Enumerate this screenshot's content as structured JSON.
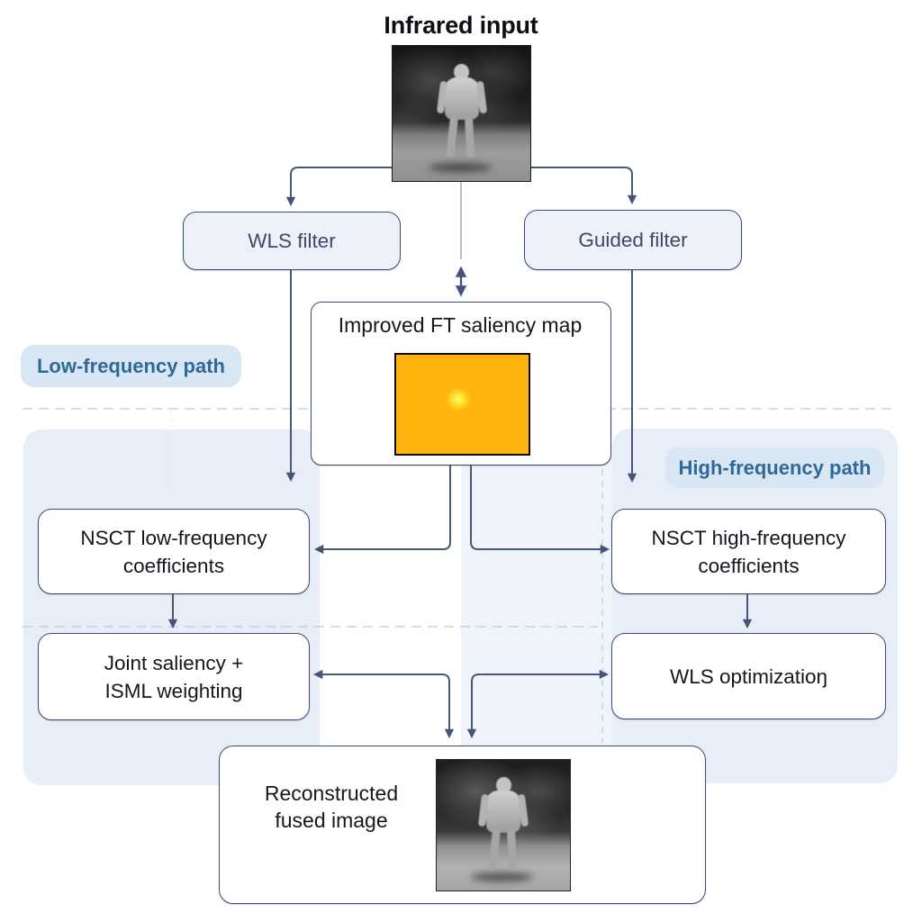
{
  "title": "Infrared input",
  "nodes": {
    "wls_filter": "WLS filter",
    "guided_filter": "Guided filter",
    "saliency_title": "Improved FT saliency map",
    "low_path": "Low-frequency path",
    "high_path": "High-frequency path",
    "nsct_low": {
      "line1": "NSCT low-frequency",
      "line2": "coefficients"
    },
    "nsct_high": {
      "line1": "NSCT high-frequency",
      "line2": "coefficients"
    },
    "joint": {
      "line1": "Joint saliency +",
      "line2": "ISML weighting"
    },
    "wls_opt": "WLS optimizatioŋ",
    "fused": {
      "line1": "Reconstructed",
      "line2": "fused image"
    }
  },
  "images": {
    "infrared": "grayscale infrared image of a person standing",
    "saliency": "saliency heatmap, bright yellow-orange center with purple-blue glow on black",
    "fused": "grayscale reconstructed fused image of a person standing"
  },
  "colors": {
    "box_border": "#3e4b73",
    "arrow": "#4a5878",
    "panel": "#e8eef7",
    "chip": "#d9e6f4",
    "chip_text": "#2e6a99",
    "light_box_fill": "#edf1f9"
  }
}
